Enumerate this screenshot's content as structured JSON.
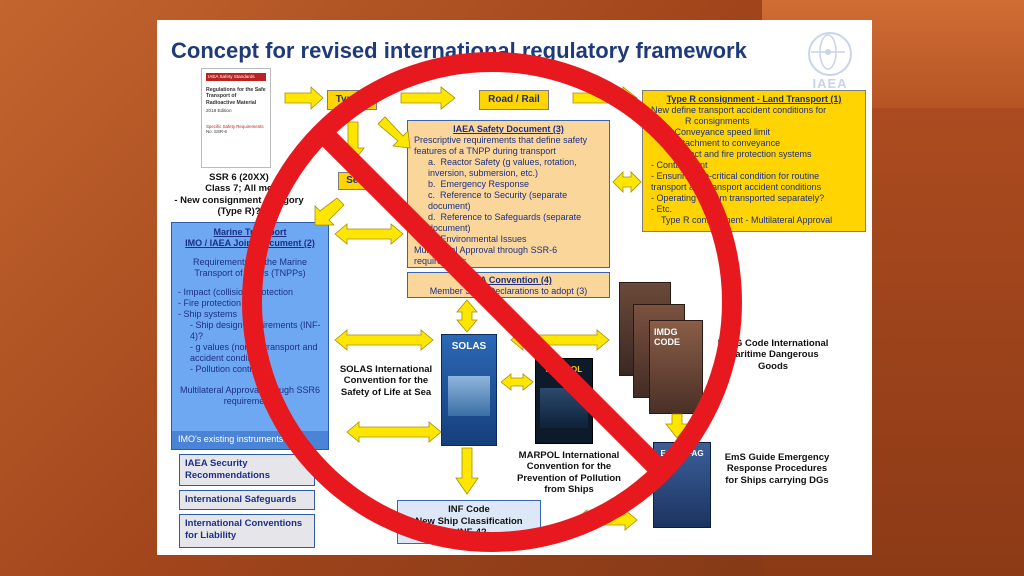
{
  "slide": {
    "title": "Concept for revised international regulatory framework",
    "logo_text": "IAEA"
  },
  "ssr_cover": {
    "header": "IAEA Safety Standards",
    "title": "Regulations for the Safe Transport of Radioactive Material",
    "edition": "2018 Edition",
    "series": "Specific Safety Requirements",
    "number": "No. SSR-6"
  },
  "ssr_caption": {
    "line1": "SSR 6 (20XX)",
    "line2": "Class 7; All mo",
    "line3": "- New consignment category",
    "line4": "(Type R)?"
  },
  "labels": {
    "type_r": "Type R",
    "road_rail": "Road / Rail",
    "sea": "Sea"
  },
  "land_box": {
    "title": "Type R consignment - Land Transport (1)",
    "l1": "New define transport accident conditions for",
    "l2": "R consignments",
    "l3": "Conveyance speed limit",
    "l4": "Attachment to conveyance",
    "l5": "Impact and fire protection systems",
    "l6": "Containment",
    "l7": "Ensuring sub-critical condition for routine transport and transport accident conditions",
    "l8": "Operating system transported separately?",
    "l9": "Etc.",
    "l10": "Type R consignment - Multilateral Approval"
  },
  "safety_doc": {
    "title": "IAEA Safety Document (3)",
    "intro": "Prescriptive requirements that define safety features of a TNPP during transport",
    "a": "Reactor Safety (g values, rotation, inversion, submersion, etc.)",
    "b": "Emergency Response",
    "c": "Reference to Security (separate document)",
    "d": "Reference to Safeguards (separate document)",
    "e": "Environmental Issues",
    "approval": "Multilateral Approval through SSR-6 requirements"
  },
  "convention": {
    "title": "IAEA Convention (4)",
    "sub": "Member State Declarations to adopt (3)"
  },
  "marine": {
    "title1": "Marine Transport",
    "title2": "IMO / IAEA Joint Document (2)",
    "req": "Requirements for the Marine Transport of SNRs (TNPPs)",
    "i1": "- Impact (collision) protection",
    "i2": "- Fire protection",
    "i3": "- Ship systems",
    "i4": "Ship design requirements (INF-4)?",
    "i5": "g values (normal transport and accident conditions)",
    "i6": "Pollution control",
    "approval": "Multilateral Approval through SSR6 requirements",
    "footer": "IMO's existing instruments"
  },
  "left_boxes": {
    "security": "IAEA Security Recommendations",
    "safeguards": "International Safeguards",
    "liability": "International Conventions for Liability"
  },
  "inf_code": {
    "l1": "INF Code",
    "l2": "New Ship Classification",
    "l3": "- INF-4?"
  },
  "books": {
    "solas": "SOLAS",
    "marpol": "MARPOL",
    "imdg": "IMDG CODE",
    "ems": "EmS MFAG"
  },
  "captions": {
    "solas": "SOLAS International Convention for the Safety of Life at Sea",
    "marpol": "MARPOL International Convention for the Prevention of Pollution from Ships",
    "imdg": "IMDG Code International Maritime Dangerous Goods",
    "ems": "EmS Guide Emergency Response Procedures for Ships carrying DGs"
  },
  "colors": {
    "accent_yellow": "#ffd400",
    "prohibition_red": "#e8191e",
    "title_navy": "#1f3a7a"
  }
}
